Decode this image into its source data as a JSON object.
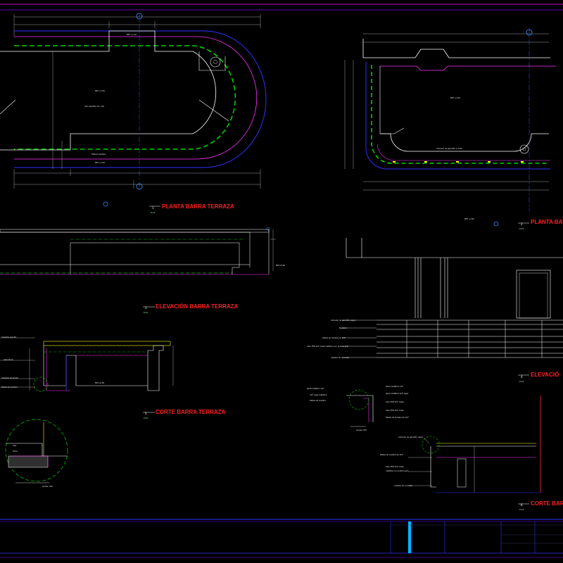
{
  "titles": {
    "plan_1": "PLANTA BARRA TERRAZA",
    "plan_2": "PLANTA BARRA",
    "elev_1": "ELEVACIÓN BARRA TERRAZA",
    "elev_2": "ELEVACIÓ",
    "section_1": "CORTE BARRA TERRAZA",
    "section_2": "CORTE BARRA"
  },
  "title_numbers": {
    "plan_1": "1",
    "plan_2": "2",
    "elev_1": "3",
    "elev_2": "4",
    "section_1": "5",
    "section_2": "6"
  },
  "sheet_refs": {
    "plan_1": "D-10",
    "plan_2": "D-10",
    "elev_1": "D-10",
    "elev_2": "D-10",
    "section_1": "D-10",
    "section_2": "D-10"
  },
  "colors": {
    "background": "#000000",
    "outline": "#ffffff",
    "blue": "#2a2aff",
    "green_dash": "#00c000",
    "magenta": "#ff00ff",
    "yellow": "#ffff00",
    "cyan": "#00e0ff",
    "red": "#ff2020",
    "title_block_accent": "#00b7ff"
  }
}
